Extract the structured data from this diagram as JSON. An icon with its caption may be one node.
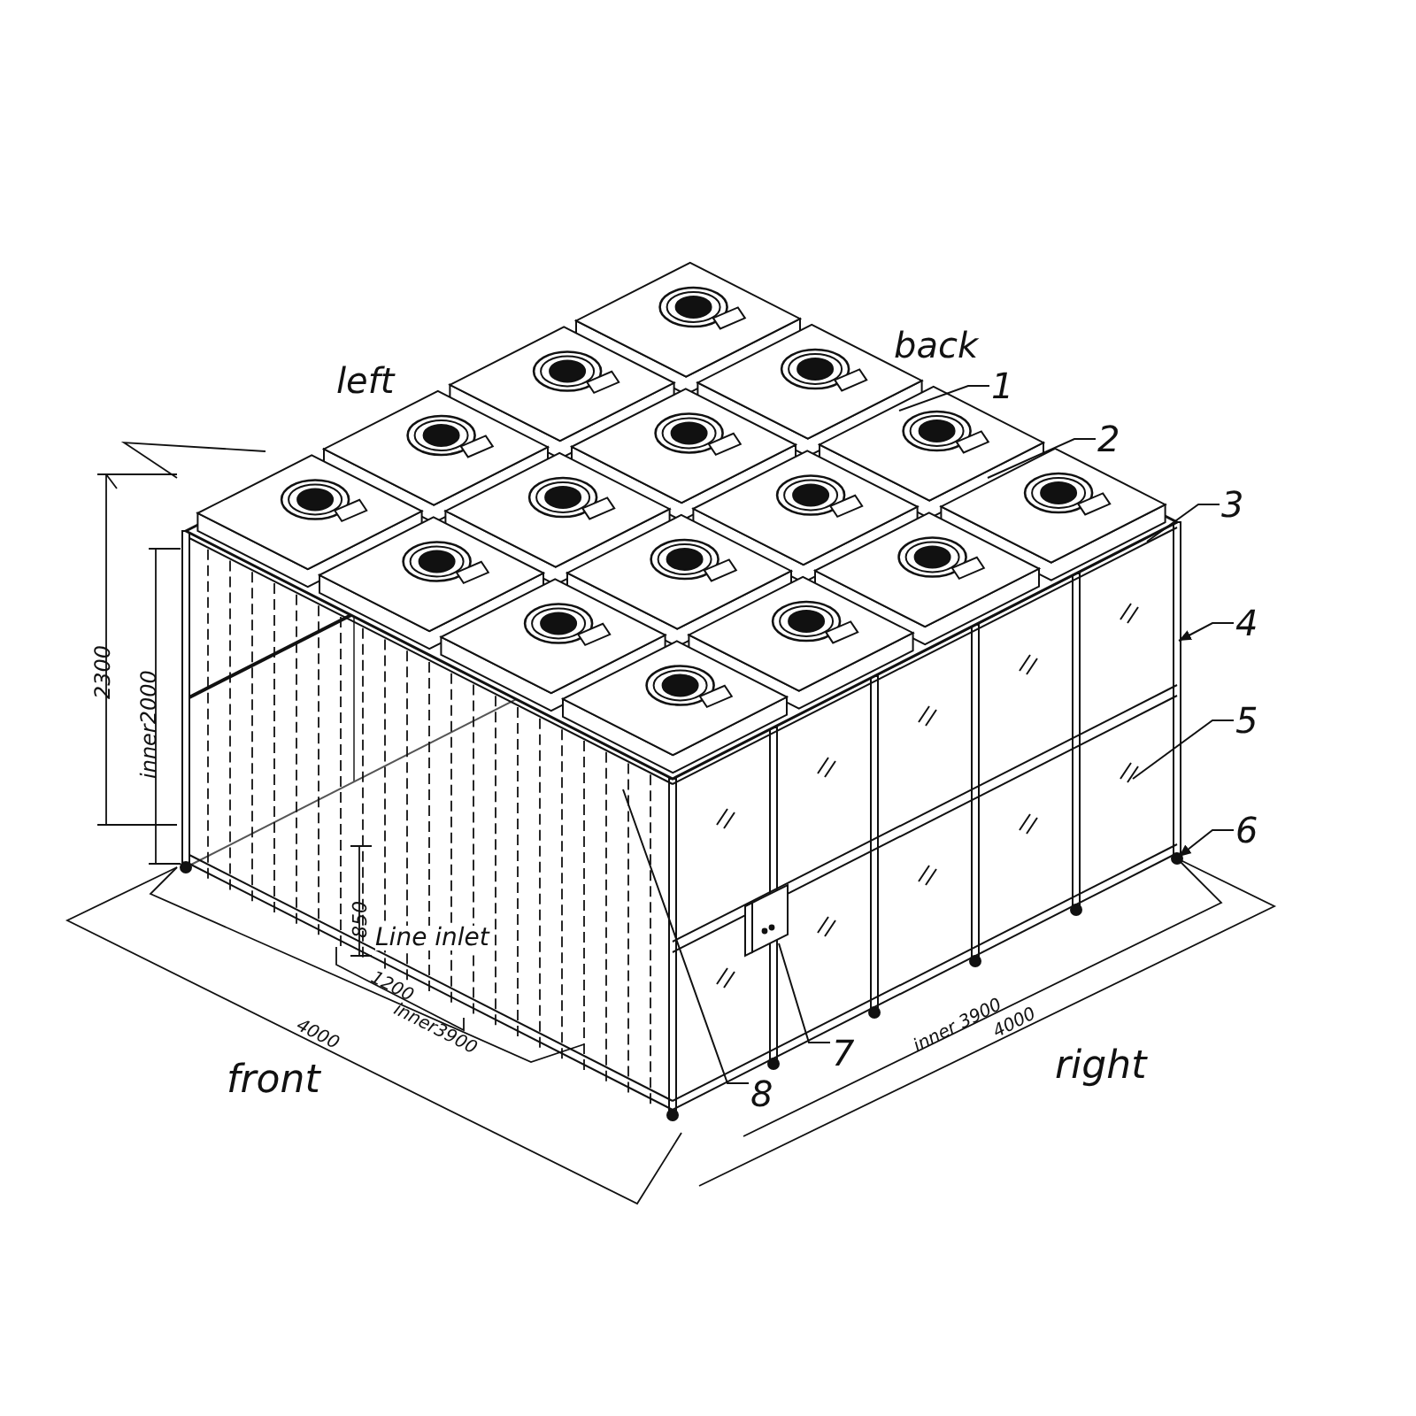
{
  "diagram": {
    "nodes": [
      {
        "text": [
          "1"
        ]
      },
      {
        "text": [
          "2"
        ]
      },
      {
        "text": [
          "3"
        ]
      },
      {
        "text": [
          "4"
        ]
      },
      {
        "text": [
          "5"
        ]
      },
      {
        "text": [
          "6"
        ]
      },
      {
        "text": [
          "7"
        ]
      },
      {
        "text": [
          "8"
        ]
      }
    ],
    "edges": [
      {
        "from": 0,
        "to": null,
        "arrow": "none"
      },
      {
        "from": 1,
        "to": null,
        "arrow": "none"
      },
      {
        "from": 2,
        "to": null,
        "arrow": "none"
      },
      {
        "from": 3,
        "to": null,
        "arrow": "to"
      },
      {
        "from": 4,
        "to": null,
        "arrow": "none"
      },
      {
        "from": 5,
        "to": null,
        "arrow": "to"
      },
      {
        "from": 6,
        "to": null,
        "arrow": "none"
      },
      {
        "from": 7,
        "to": null,
        "arrow": "none"
      }
    ],
    "labels": [
      "left",
      "back",
      "2300",
      "inner2000",
      "850",
      "Line inlet",
      "1200",
      "inner3900",
      "4000",
      "front",
      "inner 3900",
      "4000",
      "right"
    ]
  }
}
